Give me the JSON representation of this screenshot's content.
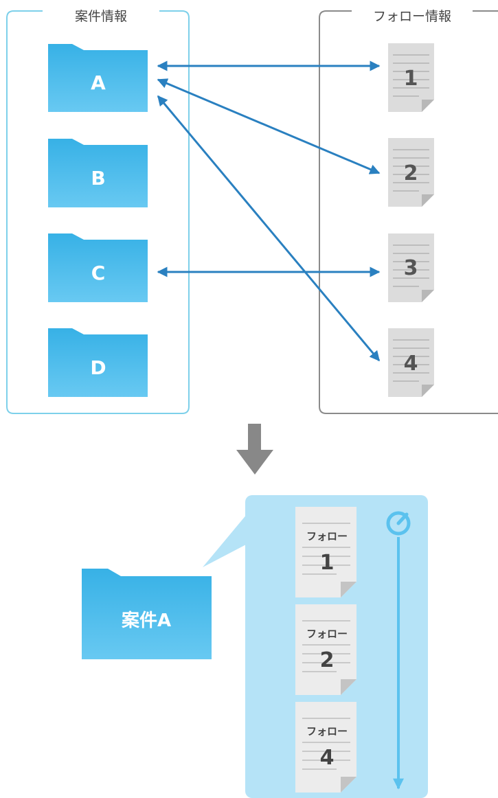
{
  "left_panel": {
    "title": "案件情報",
    "folders": [
      "A",
      "B",
      "C",
      "D"
    ]
  },
  "right_panel": {
    "title": "フォロー情報",
    "docs": [
      "1",
      "2",
      "3",
      "4"
    ]
  },
  "links": [
    {
      "from": "A",
      "to": "1"
    },
    {
      "from": "A",
      "to": "2"
    },
    {
      "from": "A",
      "to": "4"
    },
    {
      "from": "C",
      "to": "3"
    }
  ],
  "result": {
    "case_label": "案件A",
    "follow_items": [
      {
        "title": "フォロー",
        "number": "1"
      },
      {
        "title": "フォロー",
        "number": "2"
      },
      {
        "title": "フォロー",
        "number": "4"
      }
    ],
    "timeline_icon": "clock-icon"
  },
  "colors": {
    "left_border": "#7dd0ea",
    "right_border": "#8a8a8a",
    "folder_top": "#37b1e6",
    "folder_bottom": "#68c9f2",
    "arrow": "#2a80c0",
    "doc": "#dcdcdc",
    "down_arrow": "#888888",
    "bubble": "#b5e3f7",
    "timeline": "#5bc2ee"
  }
}
